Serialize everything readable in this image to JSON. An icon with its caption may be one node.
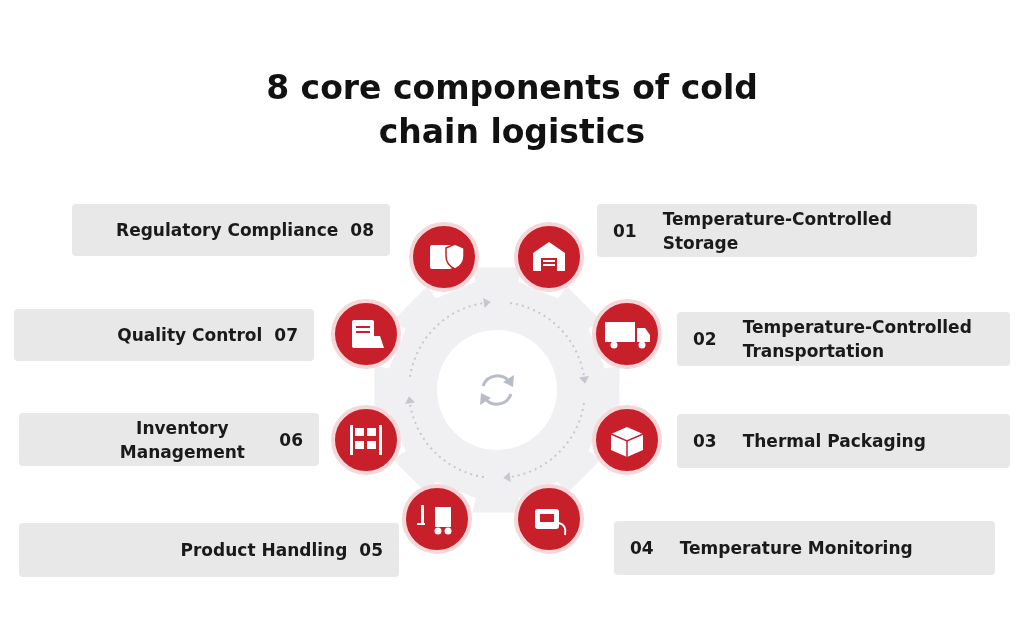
{
  "diagram": {
    "title": "8 core components of cold chain logistics",
    "nodes": [
      {
        "text": [
          "Regulatory Compliance",
          "08"
        ]
      },
      {
        "text": [
          "01",
          "Temperature-Controlled Storage"
        ]
      },
      {
        "text": [
          "Quality Control",
          "07"
        ]
      },
      {
        "text": [
          "02",
          "Temperature-Controlled Transportation"
        ]
      },
      {
        "text": [
          "Inventory Management",
          "06"
        ]
      },
      {
        "text": [
          "03",
          "Thermal Packaging"
        ]
      },
      {
        "text": [
          "Product Handling",
          "05"
        ]
      },
      {
        "text": [
          "04",
          "Temperature Monitoring"
        ]
      }
    ]
  }
}
